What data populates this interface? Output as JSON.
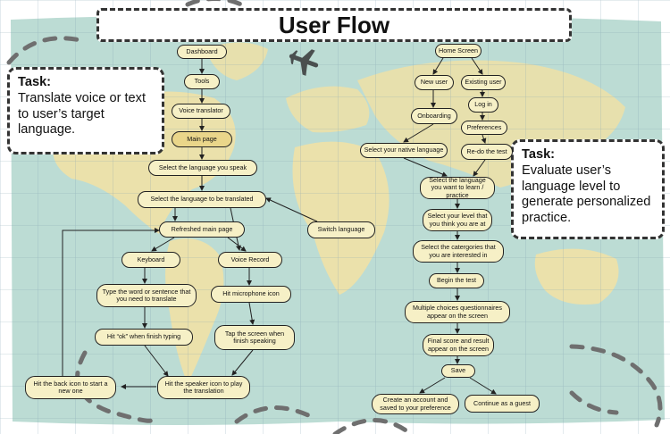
{
  "title": "User Flow",
  "task_left": {
    "heading": "Task:",
    "body": "Translate voice or text to user’s target language."
  },
  "task_right": {
    "heading": "Task:",
    "body": "Evaluate user’s language level to generate personalized practice."
  },
  "left_flow": {
    "dashboard": "Dashboard",
    "tools": "Tools",
    "voice_translator": "Voice translator",
    "main_page": "Main page",
    "select_speak": "Select the language you speak",
    "select_translated": "Select the language to be translated",
    "switch_language": "Switch language",
    "refreshed_main": "Refreshed main page",
    "keyboard": "Keyboard",
    "voice_record": "Voice Record",
    "type_word": "Type the word or sentence that you need to translate",
    "hit_mic": "Hit microphone icon",
    "hit_ok": "Hit “ok” when finish typing",
    "tap_screen": "Tap the screen when finish speaking",
    "hit_back": "Hit the back icon to start a new one",
    "hit_speaker": "Hit the speaker icon to play the translation"
  },
  "right_flow": {
    "home_screen": "Home Screen",
    "new_user": "New user",
    "existing_user": "Existing user",
    "onboarding": "Onboarding",
    "log_in": "Log in",
    "preferences": "Preferences",
    "select_native": "Select your native language",
    "redo_test": "Re-do the test",
    "select_learn": "Select the language you want to learn / practice",
    "select_level": "Select your level that you think you are at",
    "select_categories": "Select the catergories that you are interested in",
    "begin_test": "Begin the test",
    "multiple_choice": "Multiple choices questionnaires appear on the screen",
    "final_score": "Final score and result appear on the screen",
    "save": "Save",
    "create_account": "Create an account and saved to your preference",
    "continue_guest": "Continue as a guest"
  },
  "colors": {
    "ocean": "#bcdcd4",
    "land": "#efe1a6",
    "node_fill": "#f6f0c6",
    "node_highlight": "#ead68a",
    "grid": "#7f9fae",
    "plane": "#4a4f4f"
  },
  "icons": [
    "airplane-icon"
  ]
}
